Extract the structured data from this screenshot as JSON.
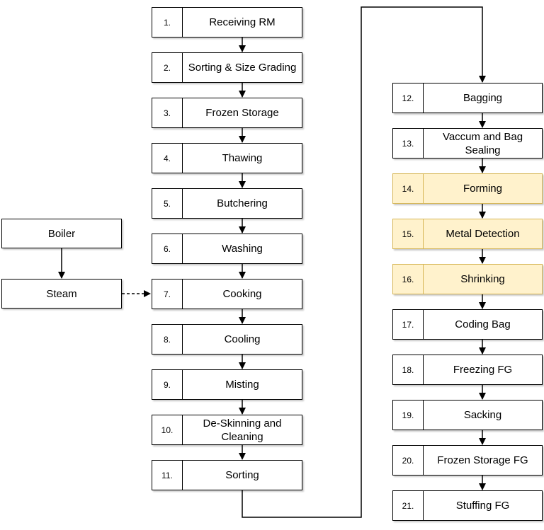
{
  "diagram": {
    "side": {
      "boiler_label": "Boiler",
      "steam_label": "Steam"
    },
    "main_steps": [
      {
        "num": "1.",
        "label": "Receiving RM",
        "highlighted": false
      },
      {
        "num": "2.",
        "label": "Sorting & Size Grading",
        "highlighted": false
      },
      {
        "num": "3.",
        "label": "Frozen Storage",
        "highlighted": false
      },
      {
        "num": "4.",
        "label": "Thawing",
        "highlighted": false
      },
      {
        "num": "5.",
        "label": "Butchering",
        "highlighted": false
      },
      {
        "num": "6.",
        "label": "Washing",
        "highlighted": false
      },
      {
        "num": "7.",
        "label": "Cooking",
        "highlighted": false
      },
      {
        "num": "8.",
        "label": "Cooling",
        "highlighted": false
      },
      {
        "num": "9.",
        "label": "Misting",
        "highlighted": false
      },
      {
        "num": "10.",
        "label": "De-Skinning and Cleaning",
        "highlighted": false
      },
      {
        "num": "11.",
        "label": "Sorting",
        "highlighted": false
      }
    ],
    "right_steps": [
      {
        "num": "12.",
        "label": "Bagging",
        "highlighted": false
      },
      {
        "num": "13.",
        "label": "Vaccum and Bag Sealing",
        "highlighted": false
      },
      {
        "num": "14.",
        "label": "Forming",
        "highlighted": true
      },
      {
        "num": "15.",
        "label": "Metal Detection",
        "highlighted": true
      },
      {
        "num": "16.",
        "label": "Shrinking",
        "highlighted": true
      },
      {
        "num": "17.",
        "label": "Coding Bag",
        "highlighted": false
      },
      {
        "num": "18.",
        "label": "Freezing FG",
        "highlighted": false
      },
      {
        "num": "19.",
        "label": "Sacking",
        "highlighted": false
      },
      {
        "num": "20.",
        "label": "Frozen Storage FG",
        "highlighted": false
      },
      {
        "num": "21.",
        "label": "Stuffing FG",
        "highlighted": false
      }
    ],
    "colors": {
      "box_fill": "#ffffff",
      "box_border": "#000000",
      "highlight_fill": "#fff2cc",
      "highlight_border": "#d6b656",
      "line": "#000000"
    }
  }
}
